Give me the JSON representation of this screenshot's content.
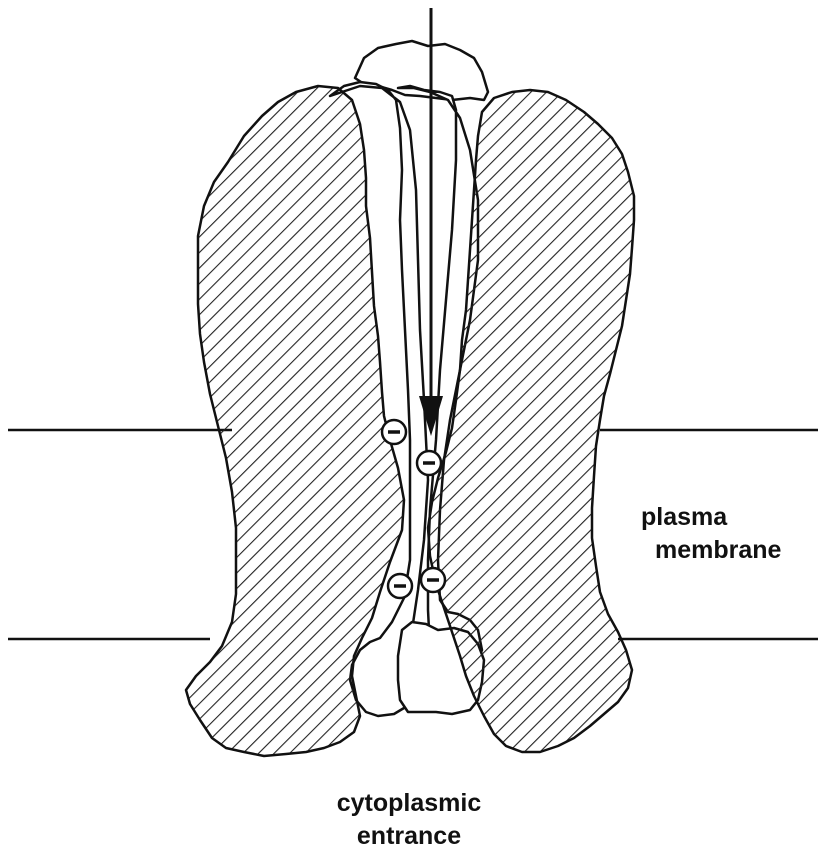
{
  "labels": {
    "membrane_line1": "plasma",
    "membrane_line2": "membrane",
    "cytoplasmic_line1": "cytoplasmic",
    "cytoplasmic_line2": "entrance"
  },
  "colors": {
    "line": "#111111",
    "hatch": "#222222",
    "background": "#ffffff",
    "fill": "#ffffff"
  },
  "charges": [
    "−",
    "−",
    "−",
    "−"
  ],
  "icons": {
    "flow_arrow": "down-arrow-icon",
    "charge": "negative-charge-icon"
  }
}
